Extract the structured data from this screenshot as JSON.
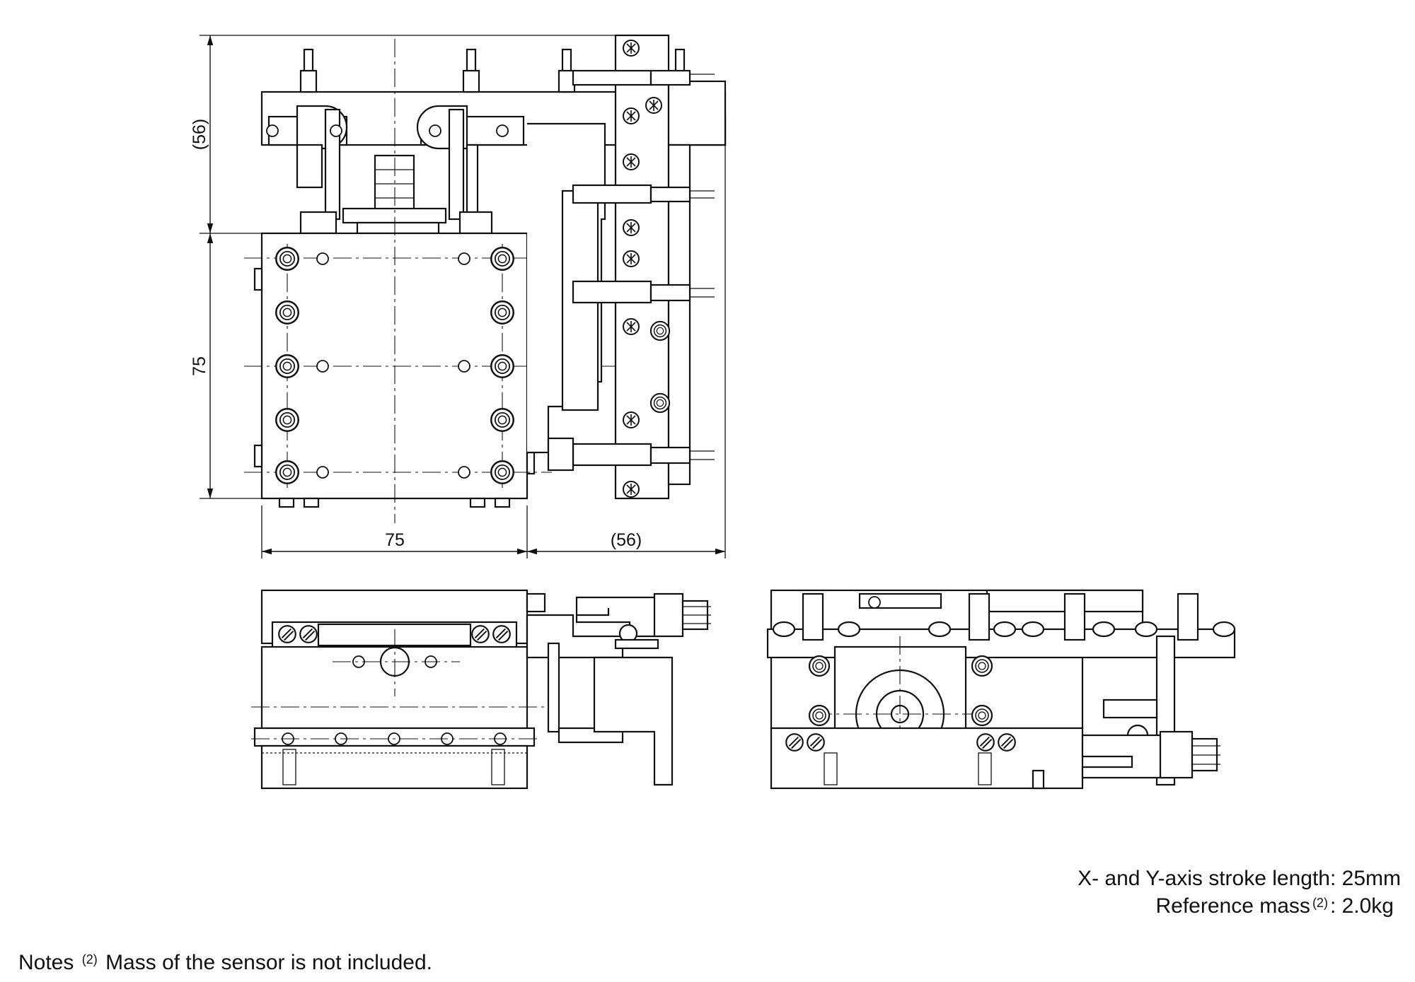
{
  "dimensions": {
    "top_height": "(56)",
    "body_height": "75",
    "body_width": "75",
    "side_width": "(56)"
  },
  "specs": {
    "stroke_text": "X- and Y-axis stroke length: 25mm",
    "mass_label": "Reference mass",
    "mass_ref": "(2)",
    "mass_value": ": 2.0kg"
  },
  "notes": {
    "label": "Notes",
    "ref": "(2)",
    "text": "Mass of the sensor is not included."
  }
}
